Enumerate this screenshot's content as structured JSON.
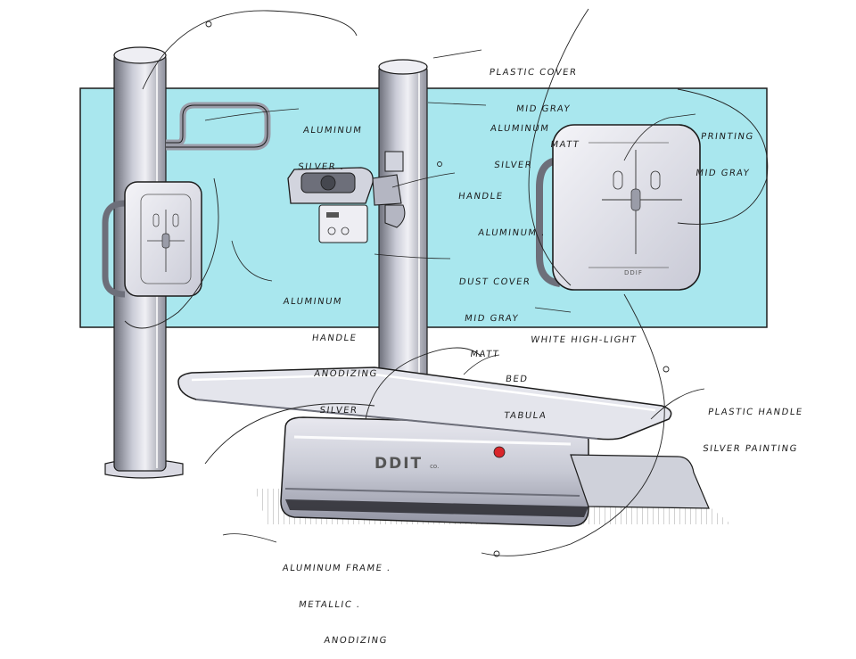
{
  "colors": {
    "backdrop": "#a9e7ee",
    "ink": "#1c1c1c",
    "metal_light": "#e9e9ef",
    "metal_mid": "#b4b6c2",
    "metal_dark": "#6d6f7a",
    "indicator_red": "#d9262b"
  },
  "brand": {
    "name": "DDIT",
    "suffix": "co."
  },
  "detector_marking": "DDIF",
  "annotations": {
    "plastic_cover": [
      "PLASTIC COVER",
      "MID GRAY",
      "MATT"
    ],
    "aluminum_silver_left": [
      "ALUMINUM",
      "SILVER ."
    ],
    "aluminum_silver_center": [
      "ALUMINUM",
      "SILVER"
    ],
    "printing": [
      "PRINTING",
      "MID GRAY"
    ],
    "handle_aluminum": [
      "HANDLE",
      "ALUMINUM ."
    ],
    "handle_anodizing": [
      "ALUMINUM",
      "HANDLE",
      "ANODIZING",
      "SILVER"
    ],
    "dust_cover": [
      "DUST COVER",
      "MID GRAY",
      "MATT"
    ],
    "white_highlight": [
      "WHITE HIGH-LIGHT"
    ],
    "bed": [
      "BED",
      "TABULA"
    ],
    "plastic_handle": [
      "PLASTIC HANDLE",
      "SILVER PAINTING"
    ],
    "aluminum_frame": [
      "ALUMINUM FRAME .",
      "METALLIC .",
      "ANODIZING"
    ]
  }
}
